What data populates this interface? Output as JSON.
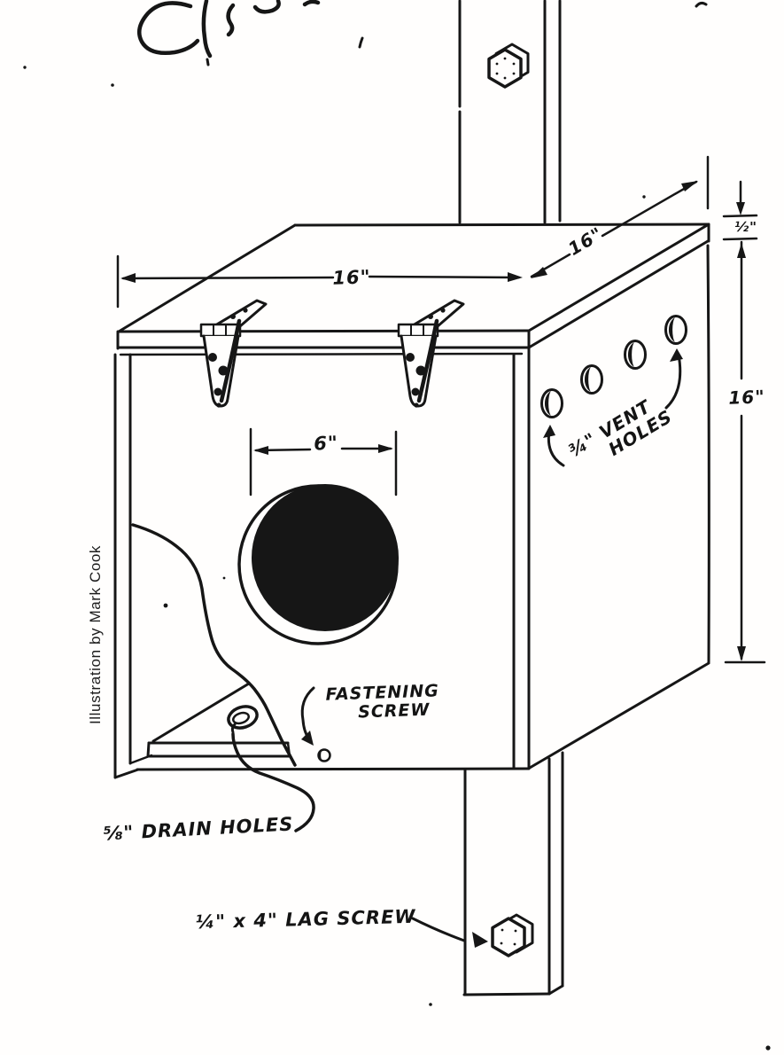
{
  "artwork": {
    "credit": "Illustration by Mark Cook"
  },
  "dimensions": {
    "width": "16\"",
    "depth": "16\"",
    "overhang": "½\"",
    "height": "16\"",
    "entrance": "6\""
  },
  "labels": {
    "vent_line1": "¾\" VENT",
    "vent_line2": "HOLES",
    "fastening_line1": "FASTENING",
    "fastening_line2": "SCREW",
    "drain": "⅝\" DRAIN HOLES",
    "lag": "¼\" x 4\" LAG SCREW"
  },
  "colors": {
    "ink": "#161616",
    "paper": "#fffefd"
  }
}
